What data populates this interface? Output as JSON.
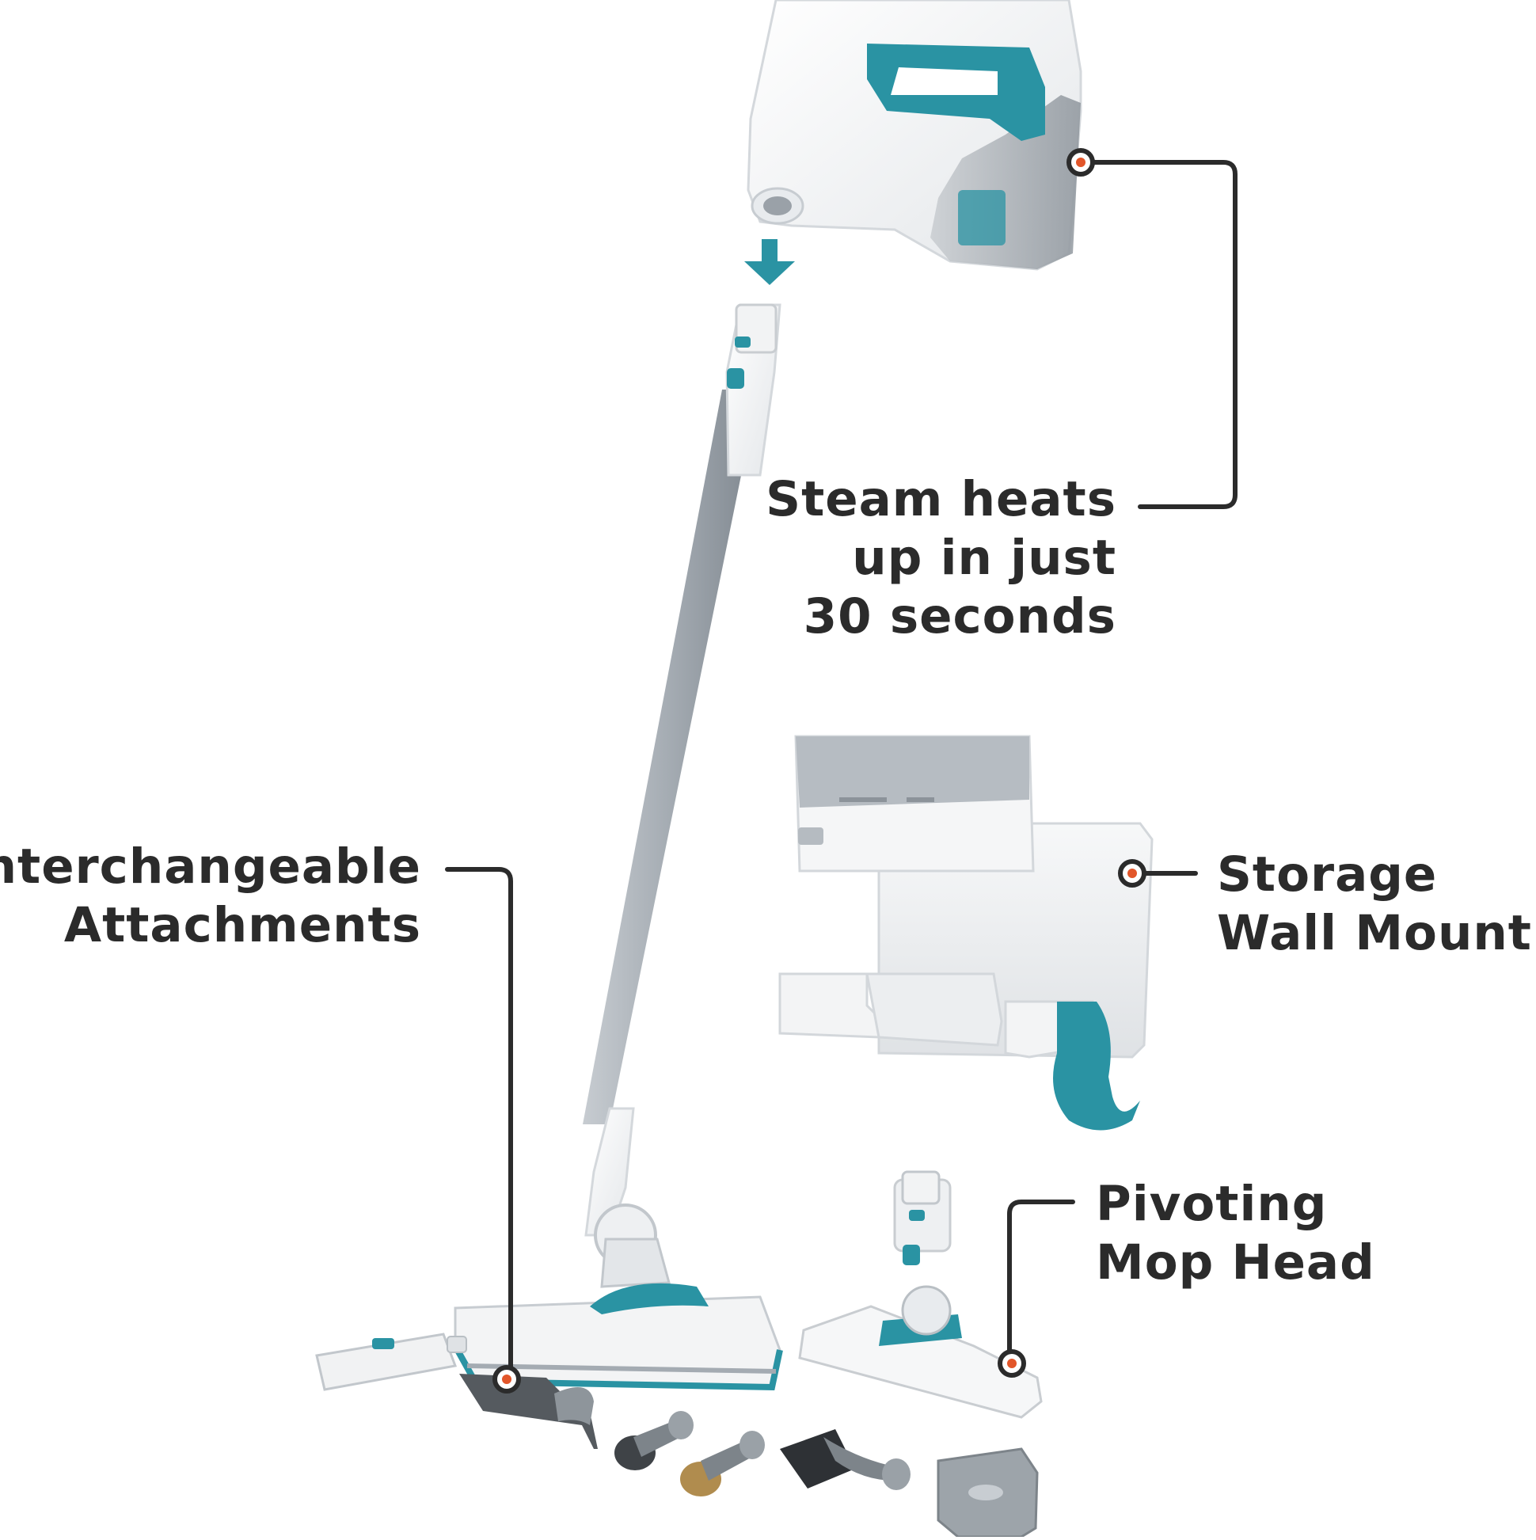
{
  "colors": {
    "accent": "#2a93a3",
    "leader": "#2b2b2b",
    "dot": "#e2562a",
    "shell": "#f4f5f6",
    "metal": "#a9b0b6",
    "dark": "#4a4e52"
  },
  "callouts": {
    "steam": [
      "Steam heats",
      "up in just",
      "30 seconds"
    ],
    "attachments": [
      "Interchangeable",
      "Attachments"
    ],
    "wall_mount": [
      "Storage",
      "Wall Mount"
    ],
    "mop_head": [
      "Pivoting",
      "Mop Head"
    ]
  },
  "illustration": {
    "components": [
      "handheld-steamer",
      "extension-pole",
      "mop-head",
      "wall-mount",
      "mop-head-attachment",
      "nozzle-attachment",
      "squeegee-attachment",
      "round-brush-attachment",
      "brass-brush-attachment",
      "flat-brush-attachment",
      "scraper-pad"
    ]
  }
}
